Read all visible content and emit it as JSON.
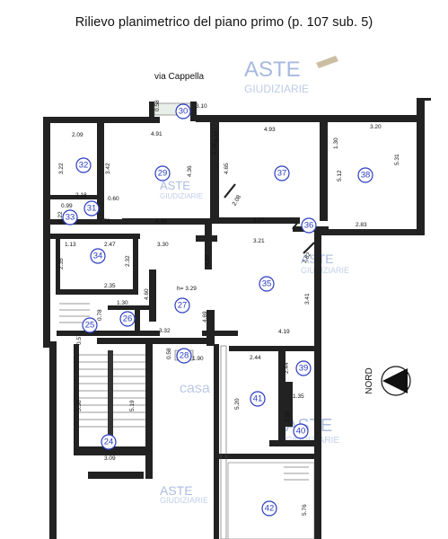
{
  "title": "Rilievo planimetrico del piano primo (p. 107 sub. 5)",
  "street": "via Cappella",
  "height_note": "h= 3.29",
  "north_label": "NORD",
  "watermark": {
    "brand": "ASTE",
    "sub": "GIUDIZIARIE",
    "center": "casa"
  },
  "rooms": [
    "30",
    "32",
    "29",
    "37",
    "38",
    "31",
    "33",
    "34",
    "36",
    "35",
    "27",
    "26",
    "25",
    "28",
    "39",
    "41",
    "40",
    "24",
    "42"
  ],
  "dimensions": [
    "0.58",
    "3.10",
    "2.09",
    "4.91",
    "0.47",
    "1.38",
    "4.93",
    "3.20",
    "1.30",
    "3.22",
    "3.42",
    "4.36",
    "4.65",
    "2.08",
    "5.12",
    "5.31",
    "2.18",
    "0.60",
    "0.99",
    "0.22",
    "1.79",
    "4.18",
    "3.27",
    "2.83",
    "1.13",
    "2.47",
    "3.30",
    "3.21",
    "2.35",
    "2.32",
    "4.69",
    "1.82",
    "2.35",
    "4.60",
    "3.41",
    "1.30",
    "0.78",
    "0.57",
    "3.32",
    "4.69",
    "4.19",
    "0.58",
    "1.90",
    "2.44",
    "2.44",
    "5.38",
    "5.19",
    "5.20",
    "1.35",
    "2.00",
    "3.09",
    "5.76"
  ]
}
